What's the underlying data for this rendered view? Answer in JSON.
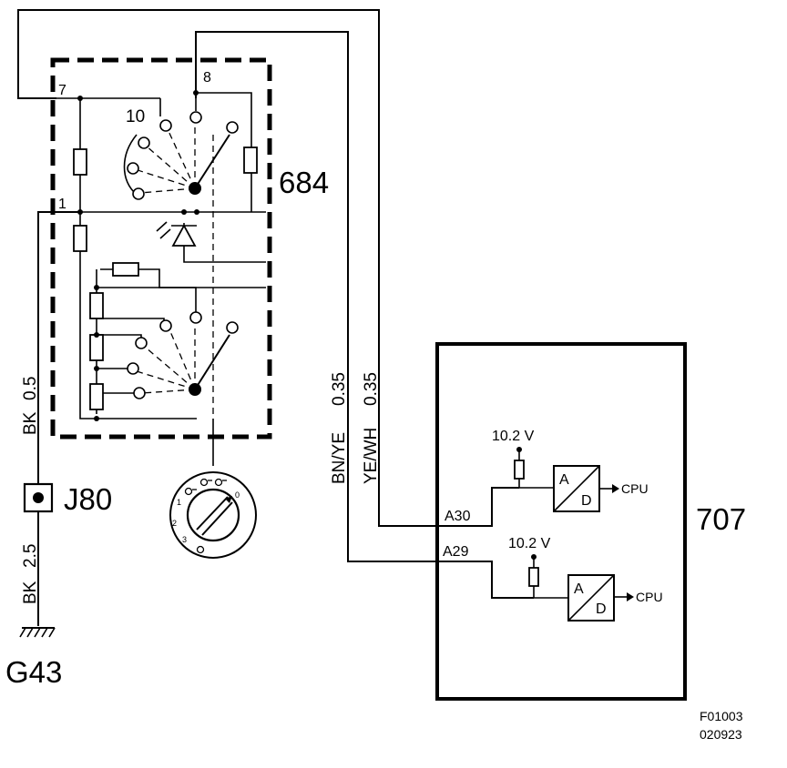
{
  "components": {
    "switch_unit": "684",
    "control_module": "707",
    "connector": "J80",
    "ground": "G43"
  },
  "pins": {
    "p7": "7",
    "p8": "8",
    "p10": "10",
    "p1": "1",
    "a30": "A30",
    "a29": "A29"
  },
  "wires": {
    "bk_top": "BK",
    "bk_top_size": "0.5",
    "bk_bottom": "BK",
    "bk_bottom_size": "2.5",
    "bnye": "BN/YE",
    "bnye_size": "0.35",
    "yewh": "YE/WH",
    "yewh_size": "0.35"
  },
  "module": {
    "voltage_1": "10.2 V",
    "voltage_2": "10.2 V",
    "adc_a": "A",
    "adc_d": "D",
    "adc2_a": "A",
    "adc2_d": "D",
    "cpu_1": "CPU",
    "cpu_2": "CPU"
  },
  "knob": {
    "pos_0": "0",
    "pos_1": "1",
    "pos_2": "2",
    "pos_3": "3"
  },
  "figure": {
    "code": "F01003",
    "date": "020923"
  }
}
